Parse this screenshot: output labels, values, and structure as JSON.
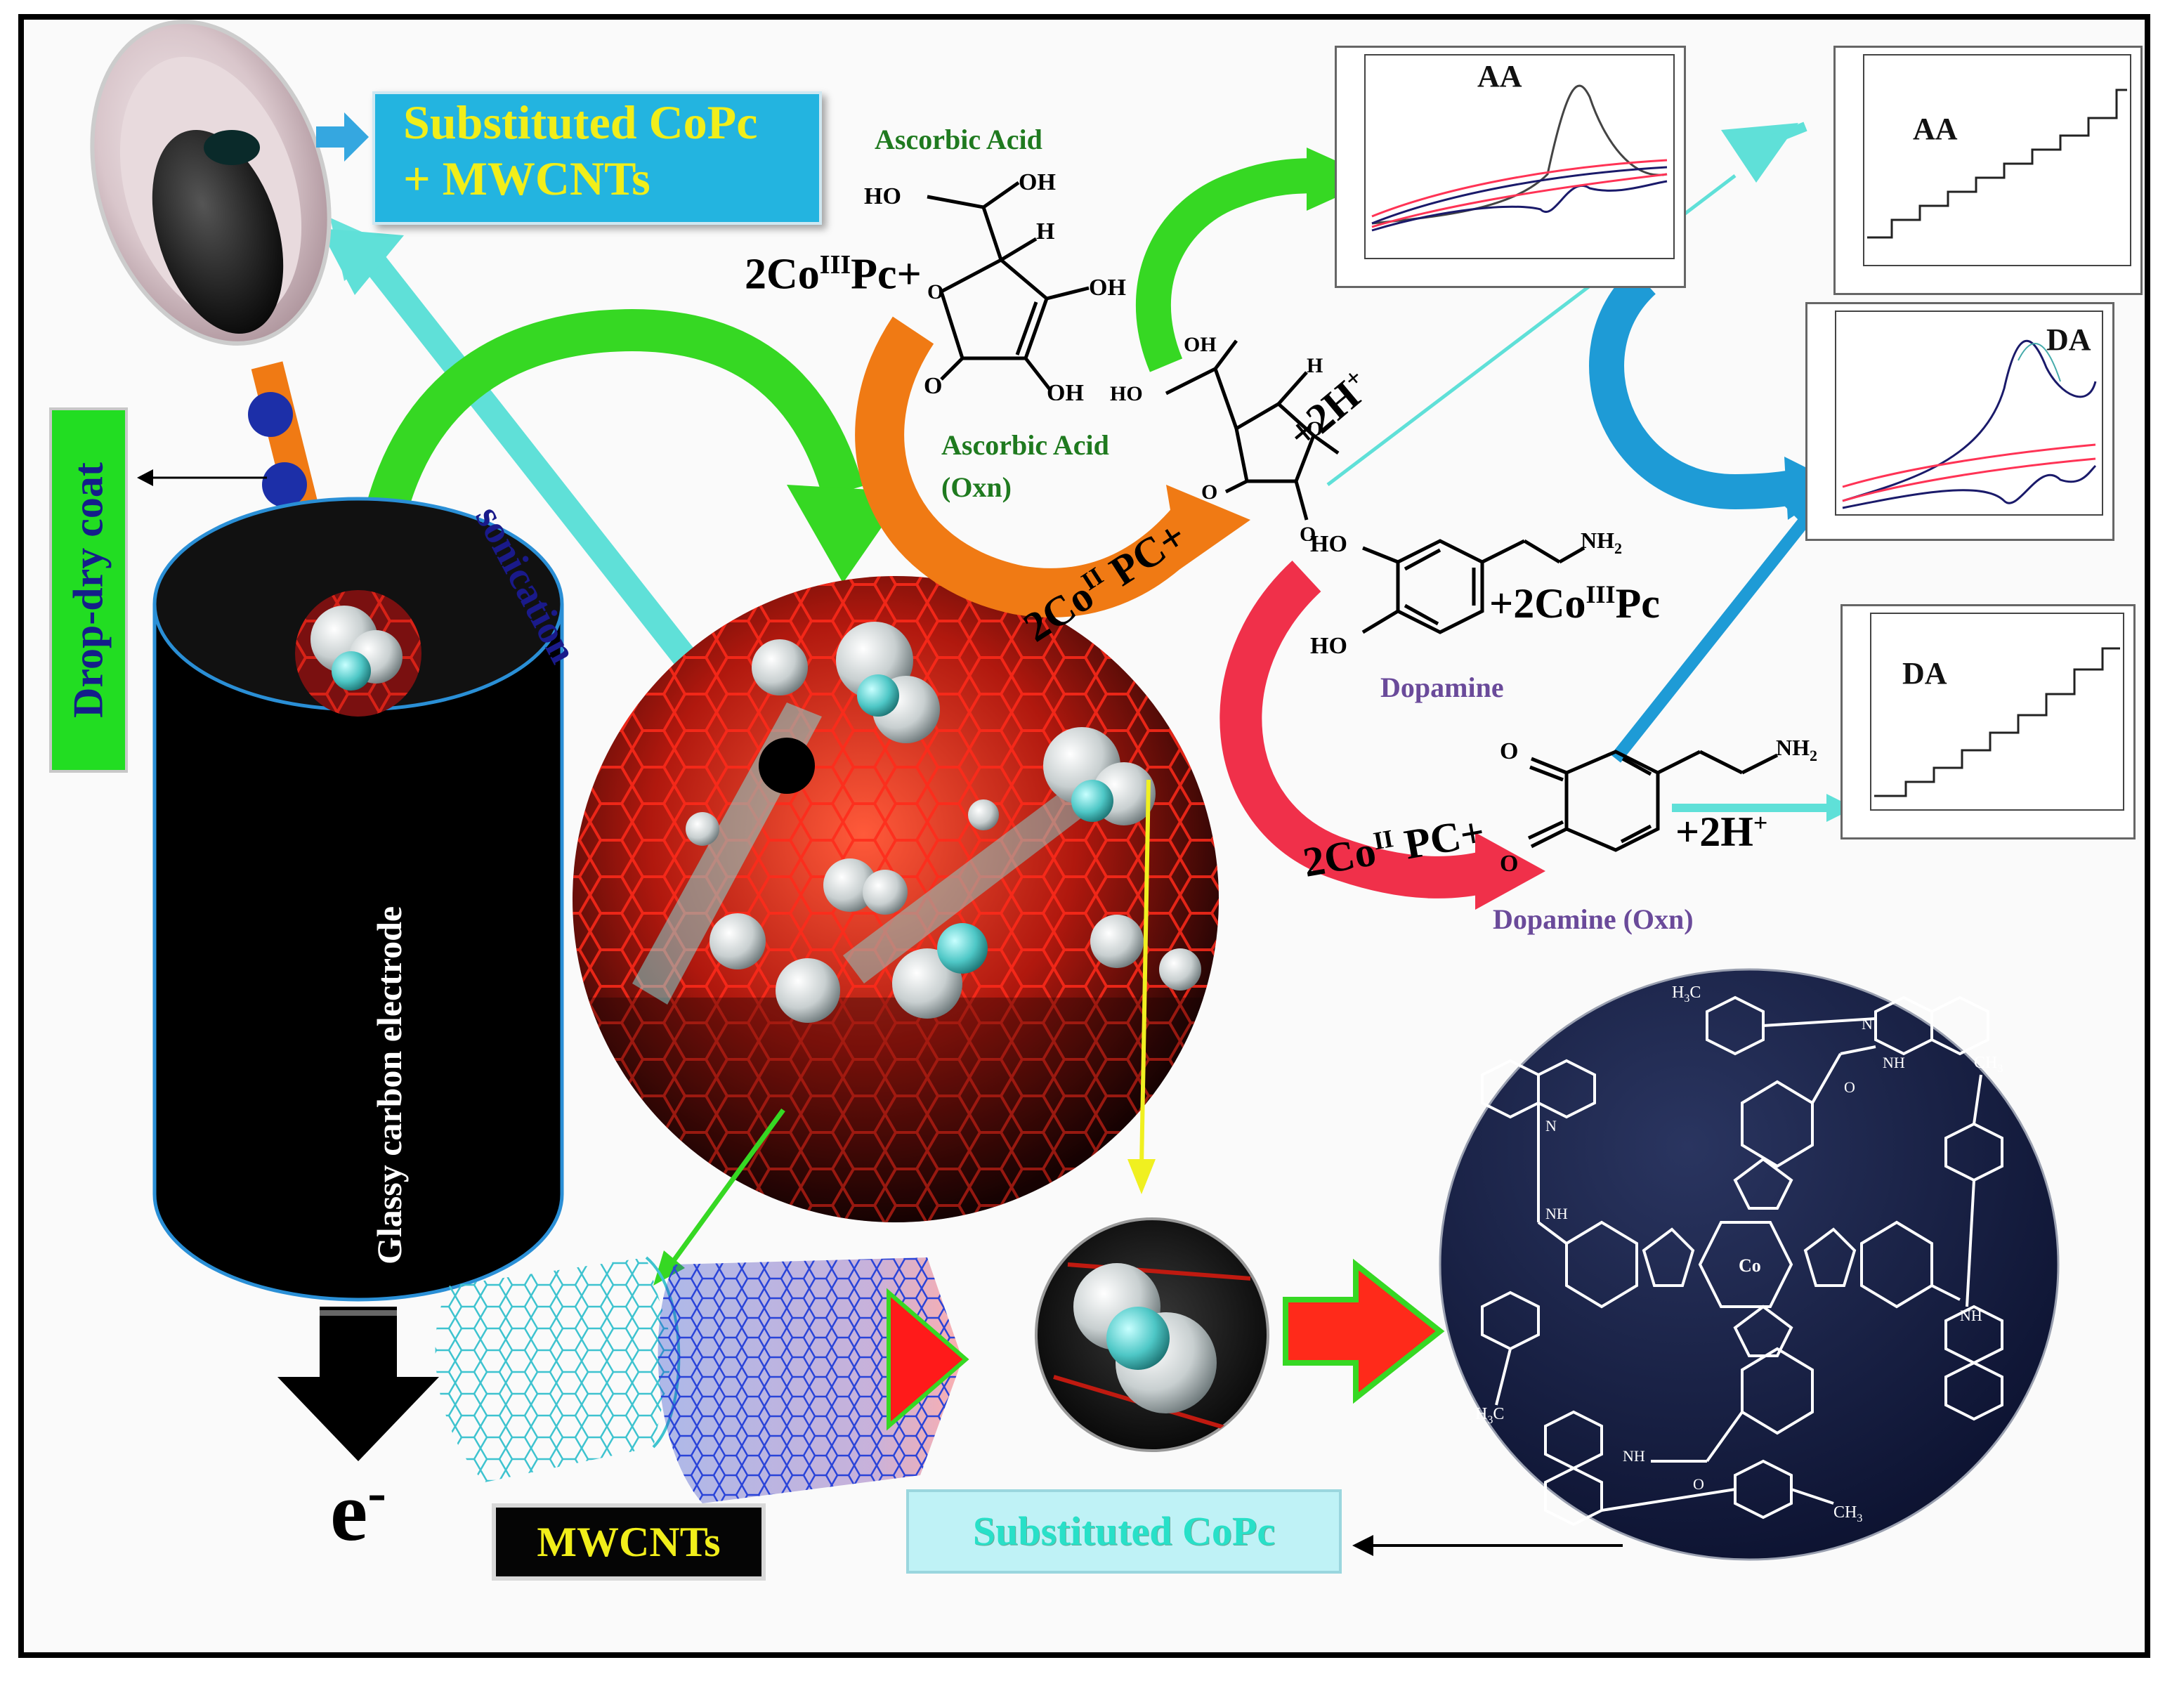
{
  "labels": {
    "substituted_copc_mwcnts_line1": "Substituted CoPc",
    "substituted_copc_mwcnts_line2": "+ MWCNTs",
    "drop_dry_coat": "Drop-dry coat",
    "sonication": "sonication",
    "glassy_carbon_electrode": "Glassy carbon electrode",
    "electron": "e",
    "electron_sup": "-",
    "mwcnts": "MWCNTs",
    "substituted_copc": "Substituted CoPc"
  },
  "reactions": {
    "ascorbic_acid": "Ascorbic Acid",
    "ascorbic_acid_oxn_line1": "Ascorbic Acid",
    "ascorbic_acid_oxn_line2": "(Oxn)",
    "co3_pc_plus": {
      "pre": "2Co",
      "sup": "III",
      "post": "Pc+"
    },
    "co2_pc_plus_aa": {
      "pre": "2Co",
      "sup": "II",
      "post": " PC+"
    },
    "plus_2h_aa": {
      "pre": "+2H",
      "sup": "+"
    },
    "plus_co3_pc_da": {
      "pre": "+2Co",
      "sup": "III",
      "post": "Pc"
    },
    "dopamine": "Dopamine",
    "co2_pc_plus_da": {
      "pre": "2Co",
      "sup": "II",
      "post": " PC+"
    },
    "plus_2h_da": {
      "pre": "+2H",
      "sup": "+"
    },
    "dopamine_oxn": "Dopamine (Oxn)",
    "atoms": {
      "ho": "HO",
      "oh": "OH",
      "h": "H",
      "o": "O",
      "nh2": "NH",
      "nh2_sub": "2"
    }
  },
  "plots": {
    "aa_cv_title": "AA",
    "aa_amp_title": "AA",
    "da_cv_title": "DA",
    "da_amp_title": "DA"
  },
  "molecule_labels": {
    "h3co": "H",
    "co_center": "Co",
    "nh": "NH",
    "n": "N",
    "o": "O",
    "ch3": "CH"
  },
  "colors": {
    "box_blue": "#23b4e0",
    "box_text_yellow": "#f1ee1a",
    "drop_green": "#22dd22",
    "arrow_green": "#36d823",
    "arrow_cyan": "#5fe0d8",
    "arrow_orange": "#f07a14",
    "arrow_red": "#f0304a",
    "arrow_blue": "#1e9bd6",
    "sonication_text": "#1a1a8a",
    "ascorbic_text": "#1f7a1f",
    "dopamine_text": "#6a4a9a"
  }
}
